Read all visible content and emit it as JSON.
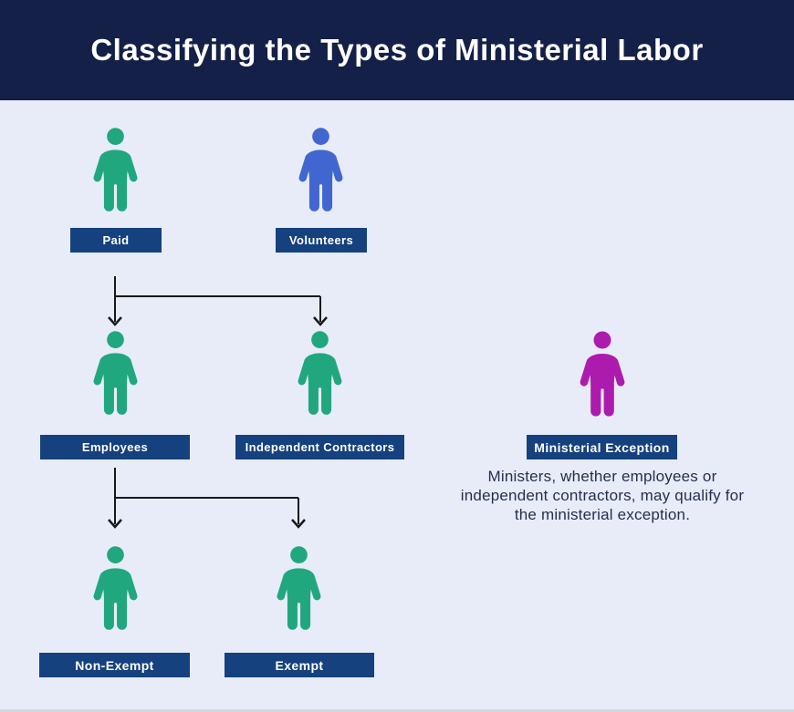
{
  "header": {
    "title": "Classifying the Types of Ministerial Labor"
  },
  "colors": {
    "header_bg": "#152048",
    "background": "#E8ECF8",
    "label_bg": "#15417E",
    "label_text": "#FFFFFF",
    "green": "#21A77E",
    "blue": "#4166D0",
    "magenta": "#AC1BAD",
    "arrow": "#16181D",
    "note_text": "#25304F"
  },
  "nodes": {
    "paid": {
      "label": "Paid",
      "color": "#21A77E"
    },
    "volunteers": {
      "label": "Volunteers",
      "color": "#4166D0"
    },
    "employees": {
      "label": "Employees",
      "color": "#21A77E"
    },
    "independent_contractors": {
      "label": "Independent Contractors",
      "color": "#21A77E"
    },
    "non_exempt": {
      "label": "Non-Exempt",
      "color": "#21A77E"
    },
    "exempt": {
      "label": "Exempt",
      "color": "#21A77E"
    },
    "ministerial_exception": {
      "label": "Ministerial Exception",
      "color": "#AC1BAD",
      "note_lines": [
        "Ministers, whether employees or",
        "independent contractors, may qualify for",
        "the ministerial exception."
      ]
    }
  }
}
